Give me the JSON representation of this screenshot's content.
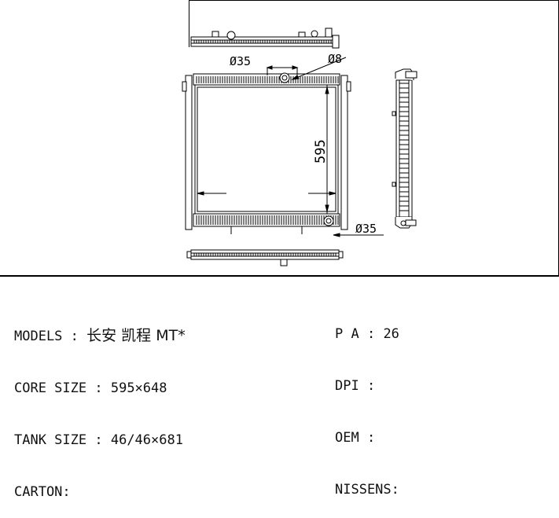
{
  "drawing": {
    "dims": {
      "hole_dia_top": "Ø35",
      "hole_dia_small": "Ø8",
      "height": "595",
      "hole_dia_bottom": "Ø35"
    }
  },
  "specs_left": [
    {
      "label": "MODELS",
      "sep": " : ",
      "value": "长安 凯程 MT*"
    },
    {
      "label": "CORE SIZE",
      "sep": " : ",
      "value": "595×648"
    },
    {
      "label": "TANK SIZE",
      "sep": " : ",
      "value": "46/46×681"
    },
    {
      "label": "CARTON",
      "sep": ":",
      "value": ""
    }
  ],
  "specs_right": [
    {
      "label": "P A",
      "sep": " : ",
      "value": "26"
    },
    {
      "label": "DPI",
      "sep": " : ",
      "value": ""
    },
    {
      "label": "OEM",
      "sep": " : ",
      "value": ""
    },
    {
      "label": "NISSENS",
      "sep": ":",
      "value": ""
    }
  ]
}
